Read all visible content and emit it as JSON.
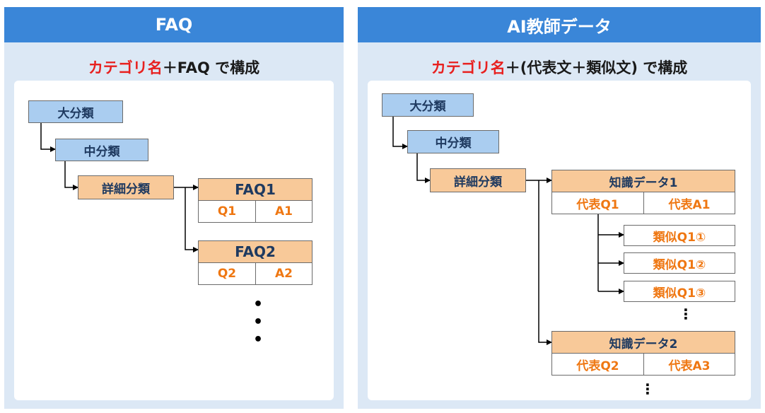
{
  "left": {
    "header": "FAQ",
    "subtitle_red": "カテゴリ名",
    "subtitle_rest": "＋FAQ で構成",
    "level1": "大分類",
    "level2": "中分類",
    "level3": "詳細分類",
    "faq1": {
      "title": "FAQ1",
      "q": "Q1",
      "a": "A1"
    },
    "faq2": {
      "title": "FAQ2",
      "q": "Q2",
      "a": "A2"
    },
    "ellipsis": "•"
  },
  "right": {
    "header": "AI教師データ",
    "subtitle_red": "カテゴリ名",
    "subtitle_rest": "＋(代表文＋類似文) で構成",
    "level1": "大分類",
    "level2": "中分類",
    "level3": "詳細分類",
    "know1": {
      "title": "知識データ1",
      "q": "代表Q1",
      "a": "代表A1"
    },
    "similar": [
      "類似Q1①",
      "類似Q1②",
      "類似Q1③"
    ],
    "know2": {
      "title": "知識データ2",
      "q": "代表Q2",
      "a": "代表A3"
    },
    "ellipsis": "⋮"
  },
  "colors": {
    "header": "#3a86d8",
    "panel": "#dce8f5",
    "blue_box": "#aacdf0",
    "orange_box": "#f8c999",
    "accent_red": "#e8201f",
    "cell_text": "#ef7712"
  }
}
